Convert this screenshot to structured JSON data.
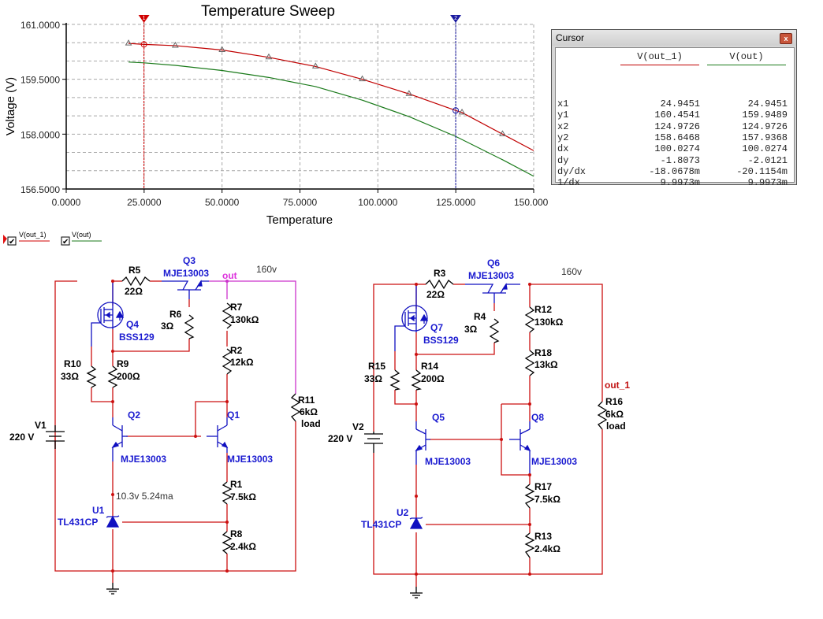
{
  "chart_data": {
    "type": "line",
    "title": "Temperature Sweep",
    "xlabel": "Temperature",
    "ylabel": "Voltage (V)",
    "xlim": [
      0,
      150
    ],
    "ylim": [
      156.5,
      161.0
    ],
    "x_ticks": [
      "0.0000",
      "25.0000",
      "50.0000",
      "75.0000",
      "100.0000",
      "125.0000",
      "150.0000"
    ],
    "y_ticks": [
      "156.5000",
      "158.0000",
      "159.5000",
      "161.0000"
    ],
    "x_tick_values": [
      0,
      25,
      50,
      75,
      100,
      125,
      150
    ],
    "y_tick_values": [
      156.5,
      158.0,
      159.5,
      161.0
    ],
    "grid": true,
    "series": [
      {
        "name": "V(out_1)",
        "color": "#c00000",
        "x": [
          20,
          25,
          35,
          50,
          65,
          80,
          95,
          110,
          125,
          127,
          140,
          150
        ],
        "y": [
          160.48,
          160.454,
          160.42,
          160.3,
          160.1,
          159.85,
          159.5,
          159.1,
          158.647,
          158.59,
          158.0,
          157.55
        ],
        "markers_x": [
          20,
          35,
          50,
          65,
          80,
          95,
          110,
          127,
          140
        ]
      },
      {
        "name": "V(out)",
        "color": "#1a7a1a",
        "x": [
          20,
          25,
          35,
          50,
          65,
          80,
          95,
          110,
          125,
          140,
          150
        ],
        "y": [
          159.97,
          159.949,
          159.88,
          159.74,
          159.55,
          159.3,
          158.93,
          158.48,
          157.937,
          157.3,
          156.85
        ]
      }
    ],
    "cursors": [
      {
        "label": "1",
        "x": 24.9451,
        "color": "#d00000"
      },
      {
        "label": "2",
        "x": 124.9726,
        "color": "#1a1aa0"
      }
    ],
    "legend": [
      {
        "label": "V(out_1)",
        "color": "#d00000",
        "checked": true
      },
      {
        "label": "V(out)",
        "color": "#1a7a1a",
        "checked": true
      }
    ],
    "legend_position": "bottom-left"
  },
  "cursor_window": {
    "title": "Cursor",
    "close_label": "x",
    "columns": [
      {
        "label": "V(out_1)",
        "color": "#c00000"
      },
      {
        "label": "V(out)",
        "color": "#1a7a1a"
      }
    ],
    "rows": [
      {
        "label": "x1",
        "v1": "24.9451",
        "v2": "24.9451"
      },
      {
        "label": "y1",
        "v1": "160.4541",
        "v2": "159.9489"
      },
      {
        "label": "x2",
        "v1": "124.9726",
        "v2": "124.9726"
      },
      {
        "label": "y2",
        "v1": "158.6468",
        "v2": "157.9368"
      },
      {
        "label": "dx",
        "v1": "100.0274",
        "v2": "100.0274"
      },
      {
        "label": "dy",
        "v1": "-1.8073",
        "v2": "-2.0121"
      },
      {
        "label": "dy/dx",
        "v1": "-18.0678m",
        "v2": "-20.1154m"
      },
      {
        "label": "1/dx",
        "v1": "9.9973m",
        "v2": "9.9973m"
      }
    ]
  },
  "schematic": {
    "left": {
      "V1": {
        "name": "V1",
        "value": "220 V"
      },
      "R5": {
        "name": "R5",
        "value": "22Ω"
      },
      "Q3": {
        "name": "Q3",
        "part": "MJE13003"
      },
      "net_label": "out",
      "rail_note": "160v",
      "Q4": {
        "name": "Q4",
        "part": "BSS129"
      },
      "R6": {
        "name": "R6",
        "value": "3Ω"
      },
      "R7": {
        "name": "R7",
        "value": "130kΩ"
      },
      "R2": {
        "name": "R2",
        "value": "12kΩ"
      },
      "R10": {
        "name": "R10",
        "value": "33Ω"
      },
      "R9": {
        "name": "R9",
        "value": "200Ω"
      },
      "Q2": {
        "name": "Q2",
        "part": "MJE13003"
      },
      "Q1": {
        "name": "Q1",
        "part": "MJE13003"
      },
      "R11": {
        "name": "R11",
        "value": "6kΩ",
        "note": "load"
      },
      "R1": {
        "name": "R1",
        "value": "7.5kΩ"
      },
      "R8": {
        "name": "R8",
        "value": "2.4kΩ"
      },
      "U1": {
        "name": "U1",
        "part": "TL431CP"
      },
      "probe_note": "10.3v 5.24ma"
    },
    "right": {
      "V2": {
        "name": "V2",
        "value": "220 V"
      },
      "R3": {
        "name": "R3",
        "value": "22Ω"
      },
      "Q6": {
        "name": "Q6",
        "part": "MJE13003"
      },
      "rail_note": "160v",
      "Q7": {
        "name": "Q7",
        "part": "BSS129"
      },
      "R4": {
        "name": "R4",
        "value": "3Ω"
      },
      "R12": {
        "name": "R12",
        "value": "130kΩ"
      },
      "R18": {
        "name": "R18",
        "value": "13kΩ"
      },
      "R15": {
        "name": "R15",
        "value": "33Ω"
      },
      "R14": {
        "name": "R14",
        "value": "200Ω"
      },
      "Q5": {
        "name": "Q5",
        "part": "MJE13003"
      },
      "Q8": {
        "name": "Q8",
        "part": "MJE13003"
      },
      "net_label": "out_1",
      "R16": {
        "name": "R16",
        "value": "6kΩ",
        "note": "load"
      },
      "R17": {
        "name": "R17",
        "value": "7.5kΩ"
      },
      "R13": {
        "name": "R13",
        "value": "2.4kΩ"
      },
      "U2": {
        "name": "U2",
        "part": "TL431CP"
      }
    }
  }
}
